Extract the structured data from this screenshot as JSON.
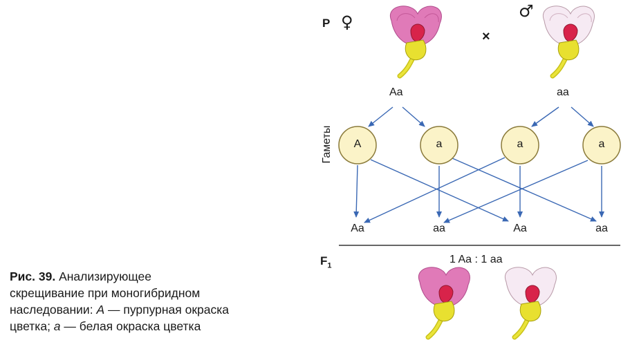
{
  "parents": {
    "generation_label": "P",
    "female_symbol": "♀",
    "male_symbol": "♂",
    "cross_sign": "×",
    "female_genotype": "Aa",
    "male_genotype": "aa"
  },
  "gametes": {
    "row_label": "Гаметы",
    "items": [
      "A",
      "a",
      "a",
      "a"
    ]
  },
  "offspring_genotypes": [
    "Aa",
    "aa",
    "Aa",
    "aa"
  ],
  "f1": {
    "label": "F",
    "subscript": "1",
    "ratio": "1 Aa : 1 aa"
  },
  "caption": {
    "prefix": "Рис. 39.",
    "line1_rest": " Анализирующее",
    "line2": "скрещивание при моногибридном",
    "line3_a": "наследовании: ",
    "line3_allele": "A",
    "line3_b": " — пурпурная окраска",
    "line4_a": "цветка; ",
    "line4_allele": "a",
    "line4_b": " — белая окраска цветка"
  },
  "colors": {
    "arrow": "#3a68b4",
    "gamete_fill": "#fbf3c8",
    "gamete_stroke": "#8a7a3a",
    "purple_petal": "#e07ab8",
    "white_petal": "#f6eaf3",
    "stem": "#e8e030",
    "keel": "#d8234a"
  }
}
